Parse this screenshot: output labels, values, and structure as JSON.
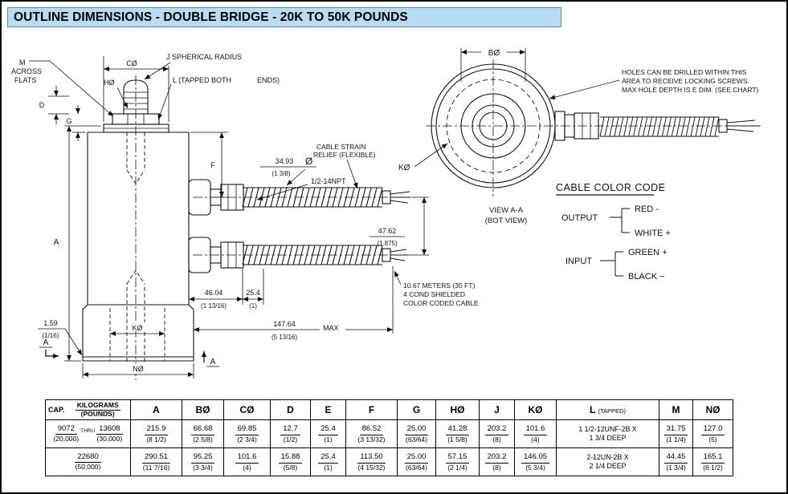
{
  "header": {
    "title": "OUTLINE DIMENSIONS - DOUBLE BRIDGE - 20K TO 50K POUNDS"
  },
  "colors": {
    "header_bg": "#b8dcf2",
    "line": "#111111"
  },
  "side_view": {
    "m": "M",
    "across": "ACROSS",
    "flats": "FLATS",
    "c_dia": "CØ",
    "j_spherical_radius": "J SPHERICAL RADIUS",
    "h_dia": "HØ",
    "l_tapped_1": "L (TAPPED BOTH",
    "l_tapped_2": "ENDS)",
    "d": "D",
    "g": "G",
    "f": "F",
    "a": "A",
    "dim_conduit_mm": "34.93",
    "dim_conduit_in": "(1 3/8)",
    "dia_symbol": "Ø",
    "npt": "1/2-14NPT",
    "strain_relief_1": "CABLE STRAIN",
    "strain_relief_2": "RELIEF (FLEXIBLE)",
    "dim_spacing_mm": "47.62",
    "dim_spacing_in": "(1.875)",
    "dim_hex_mm": "46.04",
    "dim_hex_in": "(1 13/16)",
    "dim_npt_len_mm": "25.4",
    "dim_npt_len_in": "(1)",
    "cable_note_1": "10.67 METERS (35 FT)",
    "cable_note_2": "4 COND SHIELDED",
    "cable_note_3": "COLOR CODED CABLE",
    "dim_max_mm": "147.64",
    "dim_max_in": "(5 13/16)",
    "max": "MAX",
    "dim_lip_mm": "1.59",
    "dim_lip_in": "(1/16)",
    "k_dia": "KØ",
    "n_dia": "NØ",
    "section_a": "A"
  },
  "top_view": {
    "b_dia": "BØ",
    "k_dia": "KØ",
    "note_1": "HOLES CAN BE DRILLED WITHIN THIS",
    "note_2": "AREA TO RECEIVE LOCKING SCREWS.",
    "note_3": "MAX HOLE DEPTH IS E DIM. (SEE CHART)",
    "view_1": "VIEW A-A",
    "view_2": "(BOT VIEW)"
  },
  "cable_color_code": {
    "title": "CABLE COLOR CODE",
    "output": "OUTPUT",
    "output_wire_1": "RED -",
    "output_wire_2": "WHITE +",
    "input": "INPUT",
    "input_wire_1": "GREEN +",
    "input_wire_2": "BLACK −"
  },
  "table": {
    "headers": {
      "cap_label": "CAP.",
      "cap_kg": "KILOGRAMS",
      "cap_lb": "(POUNDS)",
      "cols": [
        "A",
        "BØ",
        "CØ",
        "D",
        "E",
        "F",
        "G",
        "HØ",
        "J",
        "KØ",
        "L",
        "M",
        "NØ"
      ],
      "l_tapped": "(TAPPED)"
    },
    "rows": [
      {
        "cap": {
          "kg1": "9072",
          "thru": "THRU",
          "kg2": "13608",
          "lb1": "(20,000)",
          "lb2": "(30,000)"
        },
        "cells": [
          {
            "mm": "215.9",
            "in": "(8 1/2)"
          },
          {
            "mm": "66.68",
            "in": "(2 5/8)"
          },
          {
            "mm": "69.85",
            "in": "(2 3/4)"
          },
          {
            "mm": "12.7",
            "in": "(1/2)"
          },
          {
            "mm": "25.4",
            "in": "(1)"
          },
          {
            "mm": "86.52",
            "in": "(3 13/32)"
          },
          {
            "mm": "25.00",
            "in": "(63/64)"
          },
          {
            "mm": "41.28",
            "in": "(1 5/8)"
          },
          {
            "mm": "203.2",
            "in": "(8)"
          },
          {
            "mm": "101.6",
            "in": "(4)"
          },
          {
            "l1": "1 1/2-12UNF-2B X",
            "l2": "1 3/4 DEEP"
          },
          {
            "mm": "31.75",
            "in": "(1 1/4)"
          },
          {
            "mm": "127.0",
            "in": "(5)"
          }
        ]
      },
      {
        "cap": {
          "kg1": "22680",
          "lb1": "(50,000)"
        },
        "cells": [
          {
            "mm": "290.51",
            "in": "(11 7/16)"
          },
          {
            "mm": "95.25",
            "in": "(3 3/4)"
          },
          {
            "mm": "101.6",
            "in": "(4)"
          },
          {
            "mm": "15.88",
            "in": "(5/8)"
          },
          {
            "mm": "25.4",
            "in": "(1)"
          },
          {
            "mm": "113.50",
            "in": "(4 15/32)"
          },
          {
            "mm": "25.00",
            "in": "(63/64)"
          },
          {
            "mm": "57.15",
            "in": "(2 1/4)"
          },
          {
            "mm": "203.2",
            "in": "(8)"
          },
          {
            "mm": "146.05",
            "in": "(5 3/4)"
          },
          {
            "l1": "2-12UN-2B X",
            "l2": "2 1/4 DEEP"
          },
          {
            "mm": "44.45",
            "in": "(1 3/4)"
          },
          {
            "mm": "165.1",
            "in": "(6 1/2)"
          }
        ]
      }
    ]
  }
}
